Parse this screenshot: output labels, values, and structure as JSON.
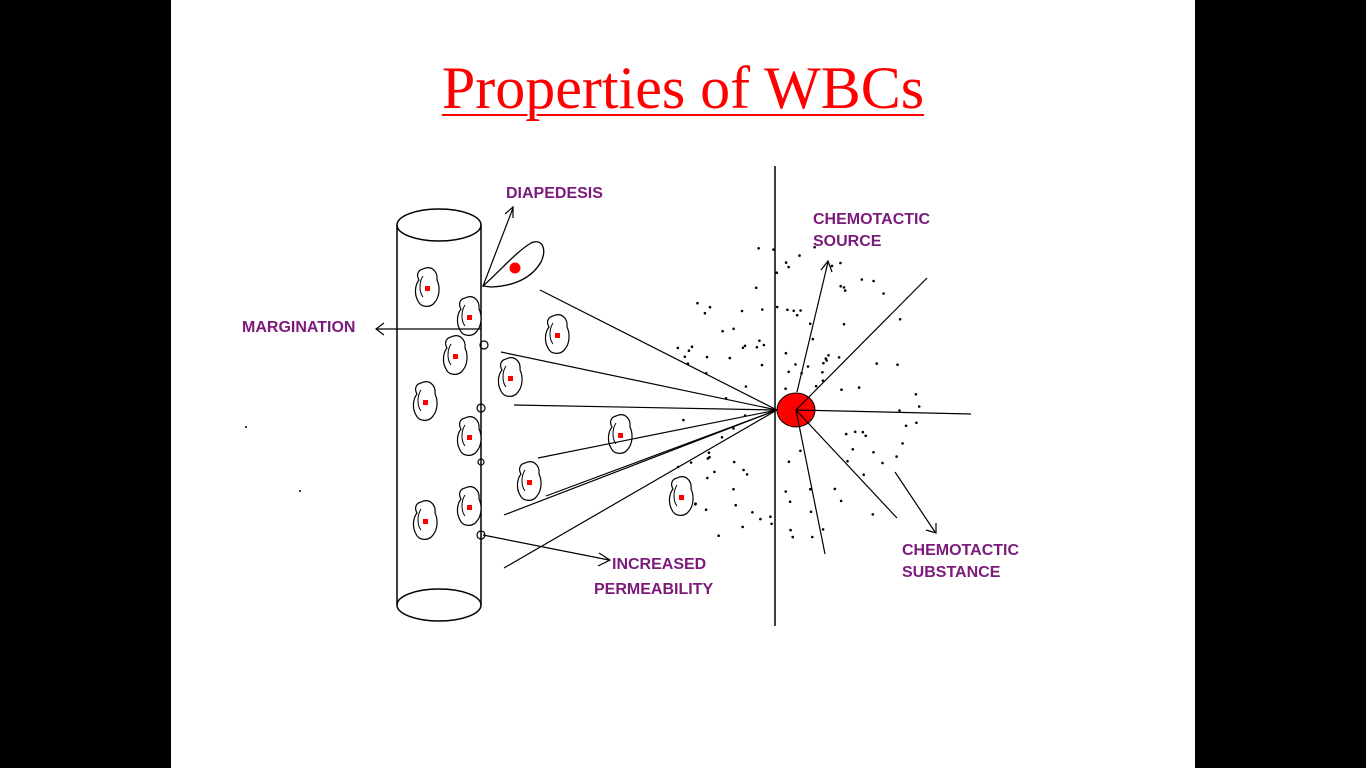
{
  "slide": {
    "title": "Properties of WBCs",
    "title_color": "#ff0000",
    "label_color": "#7b1a7b",
    "nucleus_color": "#ff0000"
  },
  "labels": {
    "diapedesis": "DIAPEDESIS",
    "margination": "MARGINATION",
    "chemotactic_source_line1": "CHEMOTACTIC",
    "chemotactic_source_line2": "SOURCE",
    "increased_permeability_line1": "INCREASED",
    "increased_permeability_line2": "PERMEABILITY",
    "chemotactic_substance_line1": "CHEMOTACTIC",
    "chemotactic_substance_line2": "SUBSTANCE"
  }
}
